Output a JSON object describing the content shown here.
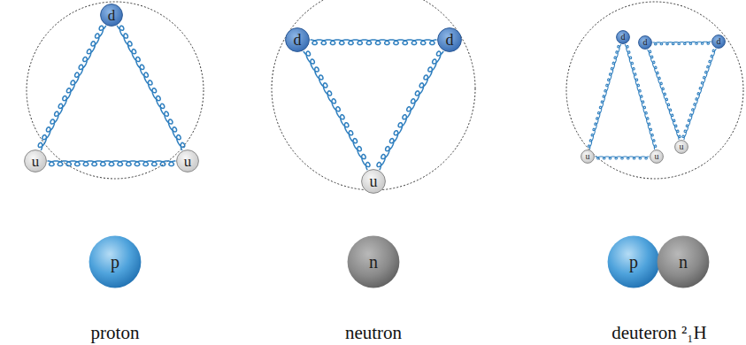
{
  "diagram": {
    "nodes": [
      {
        "text": [
          "d"
        ]
      },
      {
        "text": [
          "u"
        ]
      },
      {
        "text": [
          "u"
        ]
      },
      {
        "text": [
          "d"
        ]
      },
      {
        "text": [
          "d"
        ]
      },
      {
        "text": [
          "u"
        ]
      },
      {
        "text": [
          "d"
        ]
      },
      {
        "text": [
          "u"
        ]
      },
      {
        "text": [
          "u"
        ]
      },
      {
        "text": [
          "d"
        ]
      },
      {
        "text": [
          "d"
        ]
      },
      {
        "text": [
          "u"
        ]
      },
      {
        "text": [
          "p"
        ]
      },
      {
        "text": [
          "n"
        ]
      },
      {
        "text": [
          "p"
        ]
      },
      {
        "text": [
          "n"
        ]
      }
    ],
    "edges": [
      {
        "from": 0,
        "to": 1,
        "arrow": "none"
      },
      {
        "from": 1,
        "to": 2,
        "arrow": "none"
      },
      {
        "from": 2,
        "to": 0,
        "arrow": "none"
      },
      {
        "from": 3,
        "to": 4,
        "arrow": "none"
      },
      {
        "from": 4,
        "to": 5,
        "arrow": "none"
      },
      {
        "from": 5,
        "to": 3,
        "arrow": "none"
      },
      {
        "from": 6,
        "to": 7,
        "arrow": "none"
      },
      {
        "from": 7,
        "to": 8,
        "arrow": "none"
      },
      {
        "from": 8,
        "to": 6,
        "arrow": "none"
      },
      {
        "from": 9,
        "to": 10,
        "arrow": "none"
      },
      {
        "from": 10,
        "to": 11,
        "arrow": "none"
      },
      {
        "from": 11,
        "to": 9,
        "arrow": "none"
      }
    ],
    "labels": [
      "proton",
      "neutron",
      "deuteron ²₁H"
    ]
  }
}
